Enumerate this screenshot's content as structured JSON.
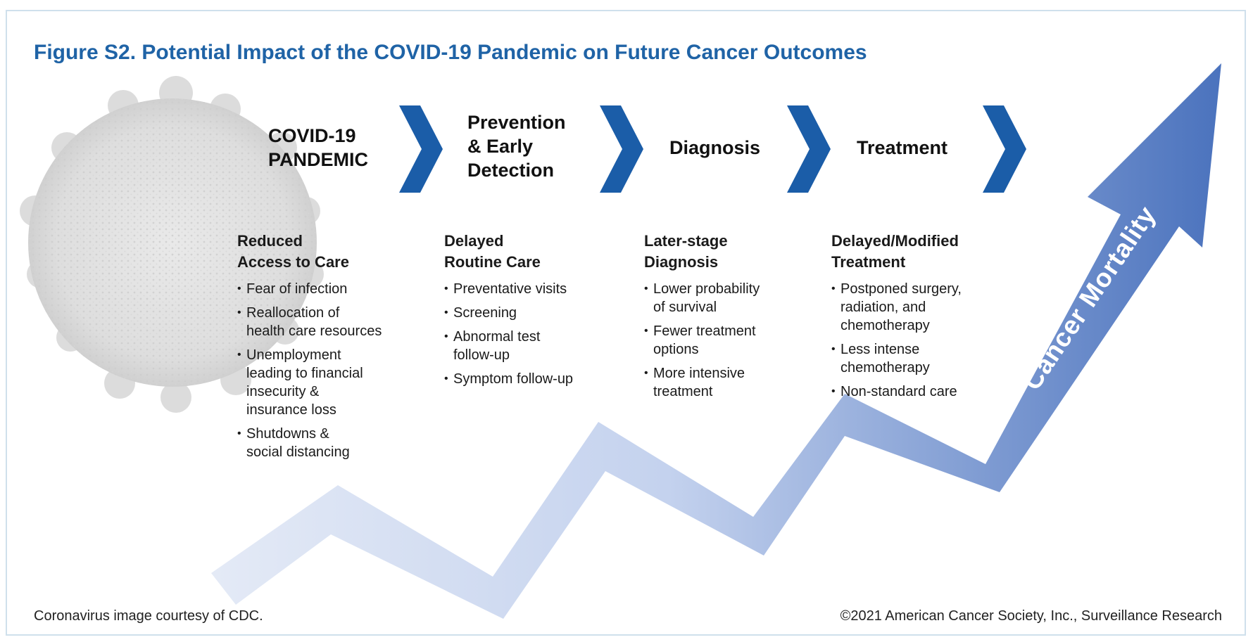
{
  "title": "Figure S2. Potential Impact of the COVID-19 Pandemic on Future Cancer Outcomes",
  "stages": [
    {
      "label": "COVID-19\nPANDEMIC"
    },
    {
      "label": "Prevention\n& Early\nDetection"
    },
    {
      "label": "Diagnosis"
    },
    {
      "label": "Treatment"
    }
  ],
  "columns": [
    {
      "heading": "Reduced\nAccess to Care",
      "bullets": [
        "Fear of infection",
        "Reallocation of\nhealth care resources",
        "Unemployment\nleading to financial\ninsecurity &\ninsurance loss",
        "Shutdowns &\nsocial distancing"
      ]
    },
    {
      "heading": "Delayed\nRoutine Care",
      "bullets": [
        "Preventative visits",
        "Screening",
        "Abnormal test\nfollow-up",
        "Symptom follow-up"
      ]
    },
    {
      "heading": "Later-stage\nDiagnosis",
      "bullets": [
        "Lower probability\nof survival",
        "Fewer treatment\noptions",
        "More intensive\ntreatment"
      ]
    },
    {
      "heading": "Delayed/Modified\nTreatment",
      "bullets": [
        "Postponed surgery,\nradiation, and\nchemotherapy",
        "Less intense\nchemotherapy",
        "Non-standard care"
      ]
    }
  ],
  "arrow_label": "Cancer Mortality",
  "footer": {
    "left": "Coronavirus image courtesy of CDC.",
    "right": "©2021 American Cancer Society, Inc., Surveillance Research"
  },
  "colors": {
    "title": "#1f63a6",
    "chevron": "#1b5da8",
    "arrow_light": "#dde5f4",
    "arrow_dark": "#4f76c0"
  },
  "icons": [
    "coronavirus-image",
    "chevron-right-icon"
  ]
}
